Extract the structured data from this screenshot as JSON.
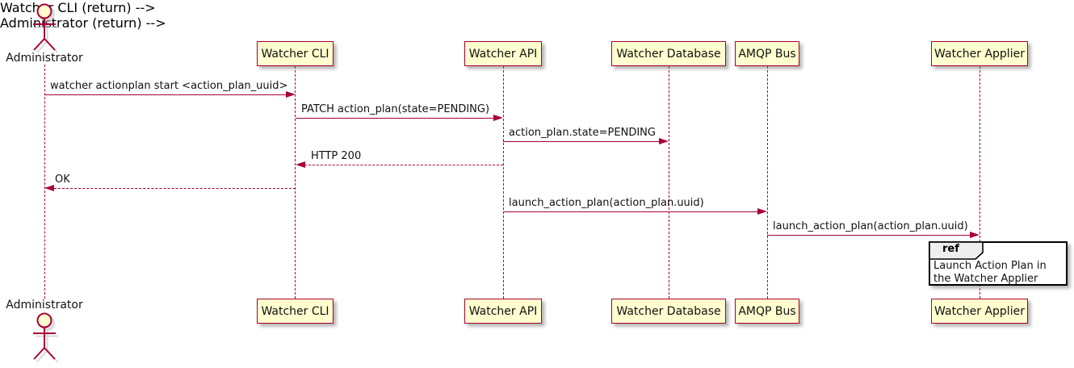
{
  "diagram": {
    "type": "uml-sequence",
    "colors": {
      "accent": "#A80036",
      "participant_fill": "#FEFECE",
      "ref_header_fill": "#EEEEEE",
      "frame_border": "#000000",
      "background": "#FFFFFF"
    },
    "actor": {
      "name": "Administrator"
    },
    "participants": [
      {
        "label": "Watcher CLI"
      },
      {
        "label": "Watcher API"
      },
      {
        "label": "Watcher Database"
      },
      {
        "label": "AMQP Bus"
      },
      {
        "label": "Watcher Applier"
      }
    ],
    "messages": [
      {
        "from": "Administrator",
        "to": "Watcher CLI",
        "label": "watcher actionplan start <action_plan_uuid>",
        "style": "solid"
      },
      {
        "from": "Watcher CLI",
        "to": "Watcher API",
        "label": "PATCH action_plan(state=PENDING)",
        "style": "solid"
      },
      {
        "from": "Watcher API",
        "to": "Watcher Database",
        "label": "action_plan.state=PENDING",
        "style": "solid"
      },
      {
        "from": "Watcher API",
        "to": "Watcher CLI",
        "label": "HTTP 200",
        "style": "dashed"
      },
      {
        "from": "Watcher CLI",
        "to": "Administrator",
        "label": "OK",
        "style": "dashed"
      },
      {
        "from": "Watcher API",
        "to": "AMQP Bus",
        "label": "launch_action_plan(action_plan.uuid)",
        "style": "solid"
      },
      {
        "from": "AMQP Bus",
        "to": "Watcher Applier",
        "label": "launch_action_plan(action_plan.uuid)",
        "style": "solid"
      }
    ],
    "ref": {
      "keyword": "ref",
      "text": "Launch Action Plan in the Watcher Applier",
      "over": "Watcher Applier"
    }
  }
}
